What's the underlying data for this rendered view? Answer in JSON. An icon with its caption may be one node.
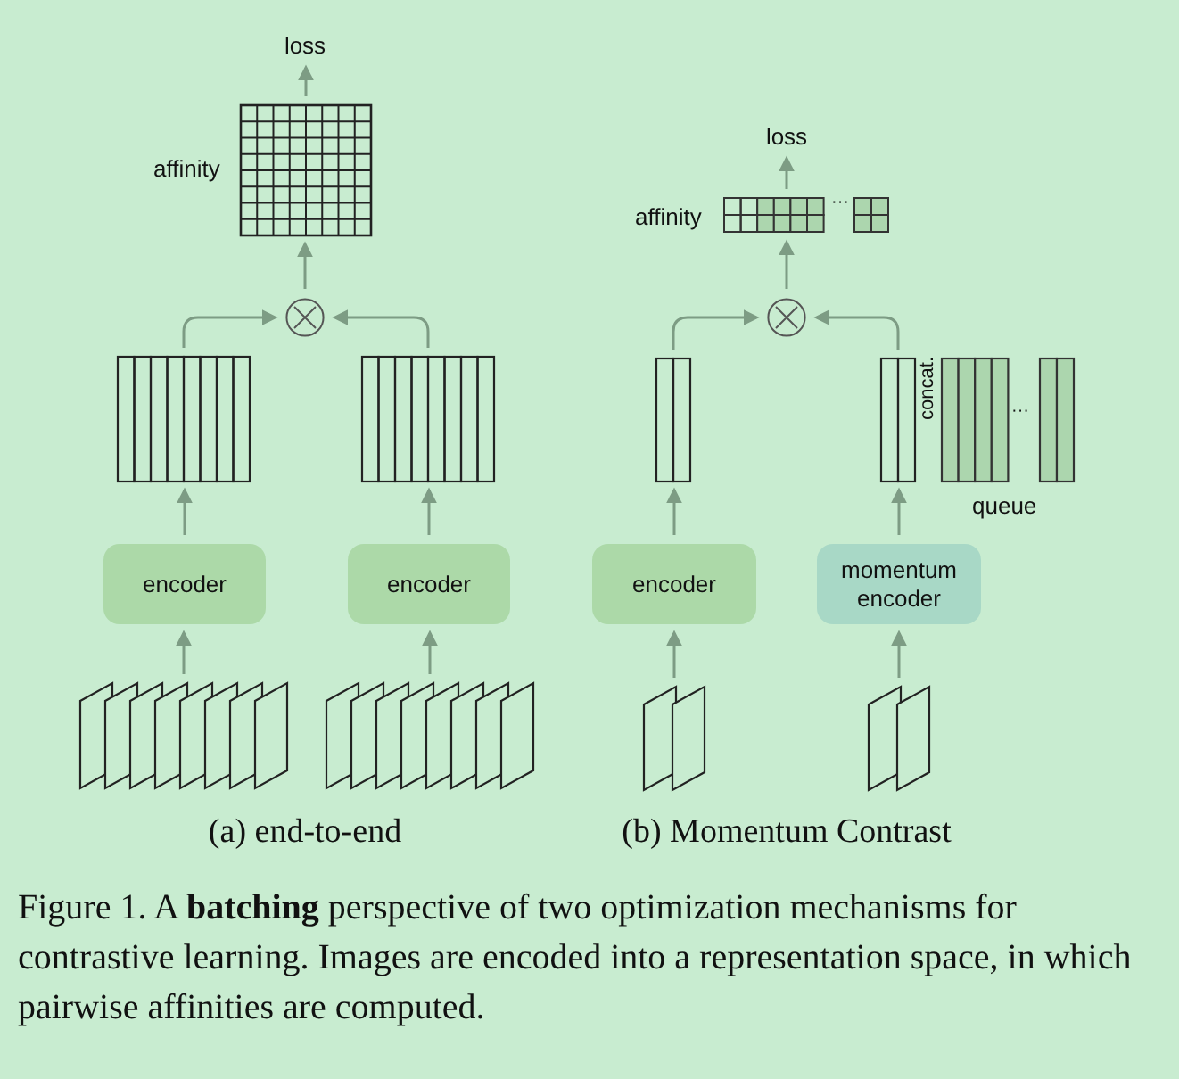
{
  "diagram": {
    "caption": "Figure 1. A **batching** perspective of two optimization mechanisms for contrastive learning. Images are encoded into a representation space, in which pairwise affinities are computed.",
    "nodes": [
      {
        "text": [
          "loss"
        ]
      },
      {
        "text": [
          "affinity"
        ]
      },
      {
        "text": [],
        "shape": "circle"
      },
      {
        "text": [],
        "shape": "bar"
      },
      {
        "text": [],
        "shape": "bar"
      },
      {
        "text": [
          "encoder"
        ]
      },
      {
        "text": [
          "encoder"
        ]
      },
      {
        "text": [],
        "shape": "parallelogram"
      },
      {
        "text": [],
        "shape": "parallelogram"
      },
      {
        "text": [
          "loss"
        ]
      },
      {
        "text": [
          "affinity"
        ]
      },
      {
        "text": [],
        "shape": "circle"
      },
      {
        "text": [],
        "shape": "bar"
      },
      {
        "text": [],
        "shape": "bar"
      },
      {
        "text": [
          "queue"
        ]
      },
      {
        "text": [
          "encoder"
        ]
      },
      {
        "text": [
          "momentum encoder"
        ]
      },
      {
        "text": [],
        "shape": "parallelogram"
      },
      {
        "text": [],
        "shape": "parallelogram"
      }
    ],
    "edges": [
      {
        "from": 1,
        "to": 0,
        "arrow": "to"
      },
      {
        "from": 2,
        "to": 1,
        "arrow": "to"
      },
      {
        "from": 3,
        "to": 2,
        "arrow": "to"
      },
      {
        "from": 4,
        "to": 2,
        "arrow": "to"
      },
      {
        "from": 5,
        "to": 3,
        "arrow": "to"
      },
      {
        "from": 6,
        "to": 4,
        "arrow": "to"
      },
      {
        "from": 7,
        "to": 5,
        "arrow": "to"
      },
      {
        "from": 8,
        "to": 6,
        "arrow": "to"
      },
      {
        "from": 10,
        "to": 9,
        "arrow": "to"
      },
      {
        "from": 11,
        "to": 10,
        "arrow": "to"
      },
      {
        "from": 12,
        "to": 11,
        "arrow": "to"
      },
      {
        "from": 13,
        "to": 11,
        "arrow": "to"
      },
      {
        "from": 15,
        "to": 12,
        "arrow": "to"
      },
      {
        "from": 16,
        "to": 13,
        "arrow": "to"
      },
      {
        "from": 17,
        "to": 15,
        "arrow": "to"
      },
      {
        "from": 18,
        "to": 16,
        "arrow": "to"
      }
    ],
    "labels": [
      "···",
      "concat.",
      "···",
      "(a) end-to-end",
      "(b) Momentum Contrast"
    ]
  }
}
